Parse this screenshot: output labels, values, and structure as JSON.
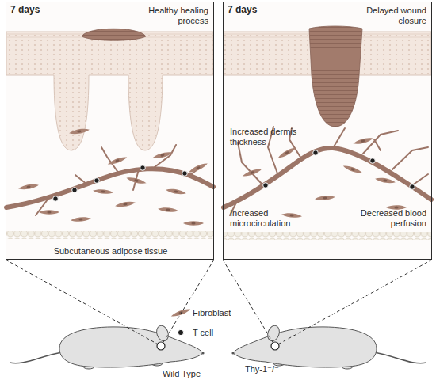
{
  "diagram": {
    "nodes": [
      {
        "text": [
          "7 days",
          "Healthy healing process",
          "Subcutaneous adipose tissue"
        ]
      },
      {
        "text": [
          "7 days",
          "Delayed wound closure",
          "Increased dermis thickness",
          "Increased microcirculation",
          "Decreased blood perfusion"
        ]
      },
      {
        "text": [
          "Wild Type"
        ]
      },
      {
        "text": [
          "Thy-1⁻/⁻"
        ]
      }
    ],
    "edges": [
      {
        "from": 0,
        "to": 2,
        "arrow": "none"
      },
      {
        "from": 0,
        "to": 2,
        "arrow": "none"
      },
      {
        "from": 1,
        "to": 3,
        "arrow": "none"
      },
      {
        "from": 1,
        "to": 3,
        "arrow": "none"
      }
    ],
    "legend": [
      {
        "text": "Fibroblast"
      },
      {
        "text": "T cell"
      }
    ]
  }
}
